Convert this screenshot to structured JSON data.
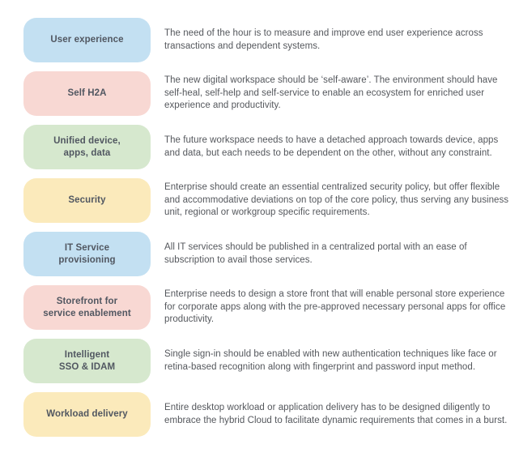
{
  "page": {
    "background": "#ffffff",
    "label_text_color": "#515761",
    "description_text_color": "#54575c"
  },
  "rows": [
    {
      "label": "User experience",
      "color": "#c3e0f2",
      "description": "The need of the hour is to measure and improve end user experience across transactions and dependent systems."
    },
    {
      "label": "Self H2A",
      "color": "#f8d8d3",
      "description": "The new digital workspace should be ‘self-aware’. The environment should have self-heal, self-help and self-service to enable an ecosystem for enriched user experience and productivity."
    },
    {
      "label": "Unified device,\napps, data",
      "color": "#d6e8ce",
      "description": "The future workspace needs to have a detached approach towards device, apps and data, but each needs to be dependent on the other, without any constraint."
    },
    {
      "label": "Security",
      "color": "#fbeabb",
      "description": "Enterprise should create an essential centralized security policy, but offer flexible and accommodative deviations on top of the core policy, thus serving any business unit, regional or workgroup specific requirements."
    },
    {
      "label": "IT Service\nprovisioning",
      "color": "#c3e0f2",
      "description": "All IT services should be published in a centralized portal with an ease of subscription to avail those services."
    },
    {
      "label": "Storefront for\nservice enablement",
      "color": "#f8d8d3",
      "description": "Enterprise needs to design a store front that will enable personal store experience for corporate apps along with the pre-approved necessary personal apps for office productivity."
    },
    {
      "label": "Intelligent\nSSO & IDAM",
      "color": "#d6e8ce",
      "description": "Single sign-in should be enabled with new authentication techniques like face or retina-based recognition along with fingerprint and password input method."
    },
    {
      "label": "Workload delivery",
      "color": "#fbeabb",
      "description": "Entire desktop workload or application delivery has to be designed diligently to embrace the hybrid Cloud to facilitate dynamic requirements that comes in a burst."
    }
  ]
}
